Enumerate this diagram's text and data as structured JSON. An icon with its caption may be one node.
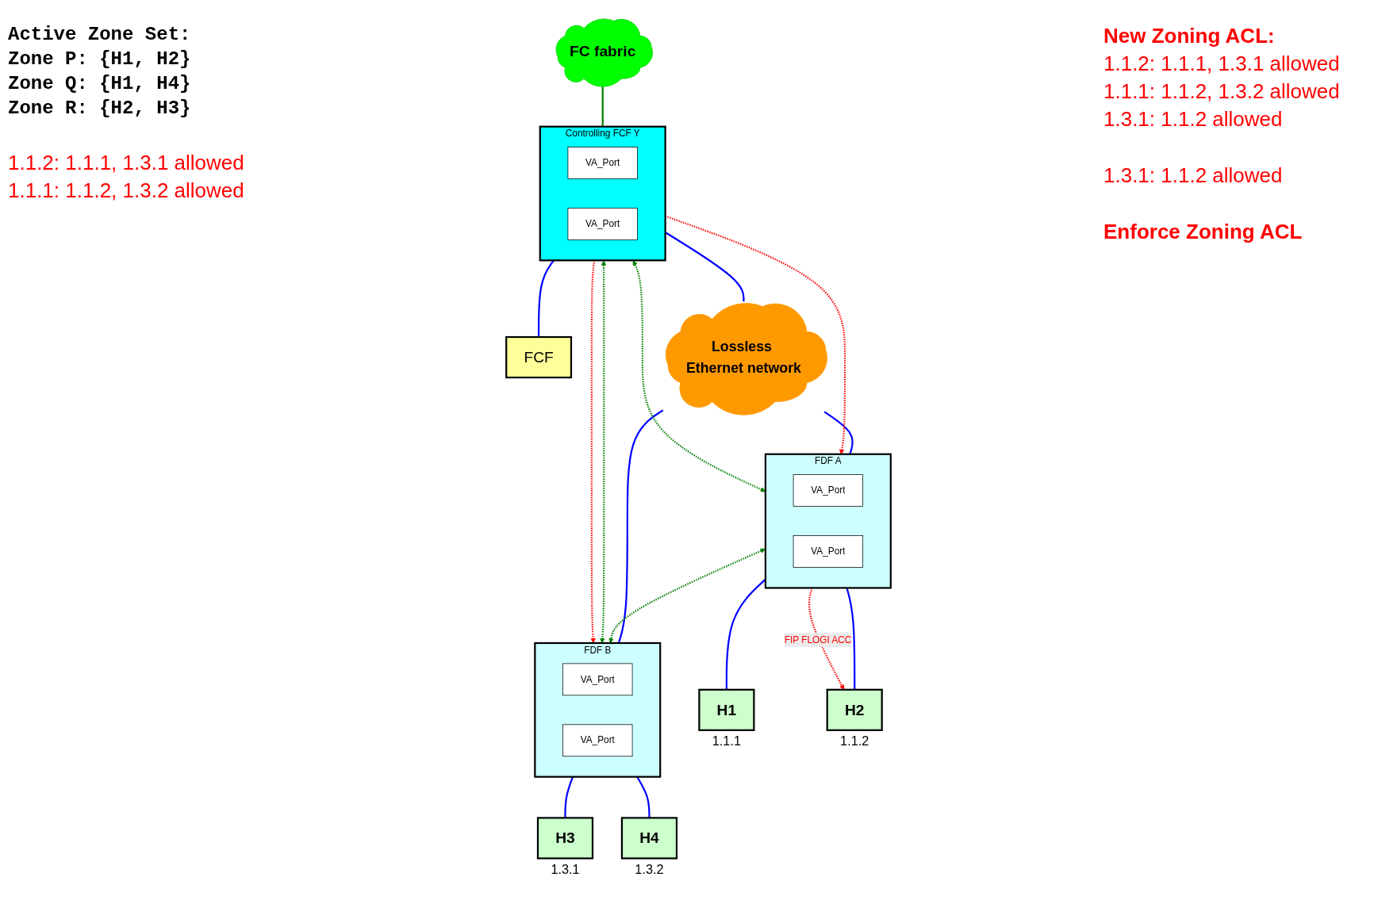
{
  "diagram": {
    "nodes": [
      {
        "text": [
          "FC fabric"
        ]
      },
      {
        "text": [
          "Controlling FCF Y"
        ]
      },
      {
        "text": [
          "VA_Port"
        ],
        "in": 1
      },
      {
        "text": [
          "VA_Port"
        ],
        "in": 1
      },
      {
        "text": [
          "FCF"
        ]
      },
      {
        "text": [
          "Lossless Ethernet network"
        ]
      },
      {
        "text": [
          "FDF A"
        ]
      },
      {
        "text": [
          "VA_Port"
        ],
        "in": 6
      },
      {
        "text": [
          "VA_Port"
        ],
        "in": 6
      },
      {
        "text": [
          "FDF B"
        ]
      },
      {
        "text": [
          "VA_Port"
        ],
        "in": 9
      },
      {
        "text": [
          "VA_Port"
        ],
        "in": 9
      },
      {
        "text": [
          "H1"
        ],
        "beside": [
          "1.1.1"
        ]
      },
      {
        "text": [
          "H2"
        ],
        "beside": [
          "1.1.2"
        ]
      },
      {
        "text": [
          "H3"
        ],
        "beside": [
          "1.3.1"
        ]
      },
      {
        "text": [
          "H4"
        ],
        "beside": [
          "1.3.2"
        ]
      }
    ],
    "edges": [
      {
        "from": 0,
        "to": 1,
        "arrow": "none",
        "color": "#008000"
      },
      {
        "from": 1,
        "to": 4,
        "arrow": "none"
      },
      {
        "from": 1,
        "to": 5,
        "arrow": "none"
      },
      {
        "from": 5,
        "to": 6,
        "arrow": "none"
      },
      {
        "from": 5,
        "to": 9,
        "arrow": "none"
      },
      {
        "from": 6,
        "to": 12,
        "arrow": "none"
      },
      {
        "from": 6,
        "to": 13,
        "arrow": "none"
      },
      {
        "from": 9,
        "to": 14,
        "arrow": "none"
      },
      {
        "from": 9,
        "to": 15,
        "arrow": "none"
      },
      {
        "from": 1,
        "to": 6,
        "arrow": "to",
        "style": "dashed",
        "color": "#ff0000"
      },
      {
        "from": 1,
        "to": 6,
        "arrow": "both",
        "style": "dashed",
        "color": "#008000"
      },
      {
        "from": 6,
        "to": 9,
        "arrow": "both",
        "style": "dashed",
        "color": "#008000"
      },
      {
        "from": 1,
        "to": 9,
        "arrow": "both",
        "style": "dashed",
        "color": "#008000"
      },
      {
        "from": 1,
        "to": 9,
        "arrow": "to",
        "style": "dashed",
        "color": "#ff0000"
      },
      {
        "from": 6,
        "to": 13,
        "arrow": "to",
        "label": "FIP FLOGI ACC",
        "style": "dashed",
        "color": "#ff0000"
      }
    ],
    "labels": [
      "Active Zone Set:",
      "Zone P: {H1, H2}",
      "Zone Q: {H1, H4}",
      "Zone R: {H2, H3}",
      "New Zoning ACL:",
      "1.1.2: 1.1.1, 1.3.1 allowed",
      "1.1.1: 1.1.2, 1.3.2 allowed",
      "1.3.1: 1.1.2 allowed",
      "1.1.2: 1.1.1, 1.3.1 allowed",
      "1.1.1: 1.1.2, 1.3.2 allowed",
      "1.3.1: 1.1.2 allowed",
      "Enforce Zoning ACL"
    ]
  }
}
